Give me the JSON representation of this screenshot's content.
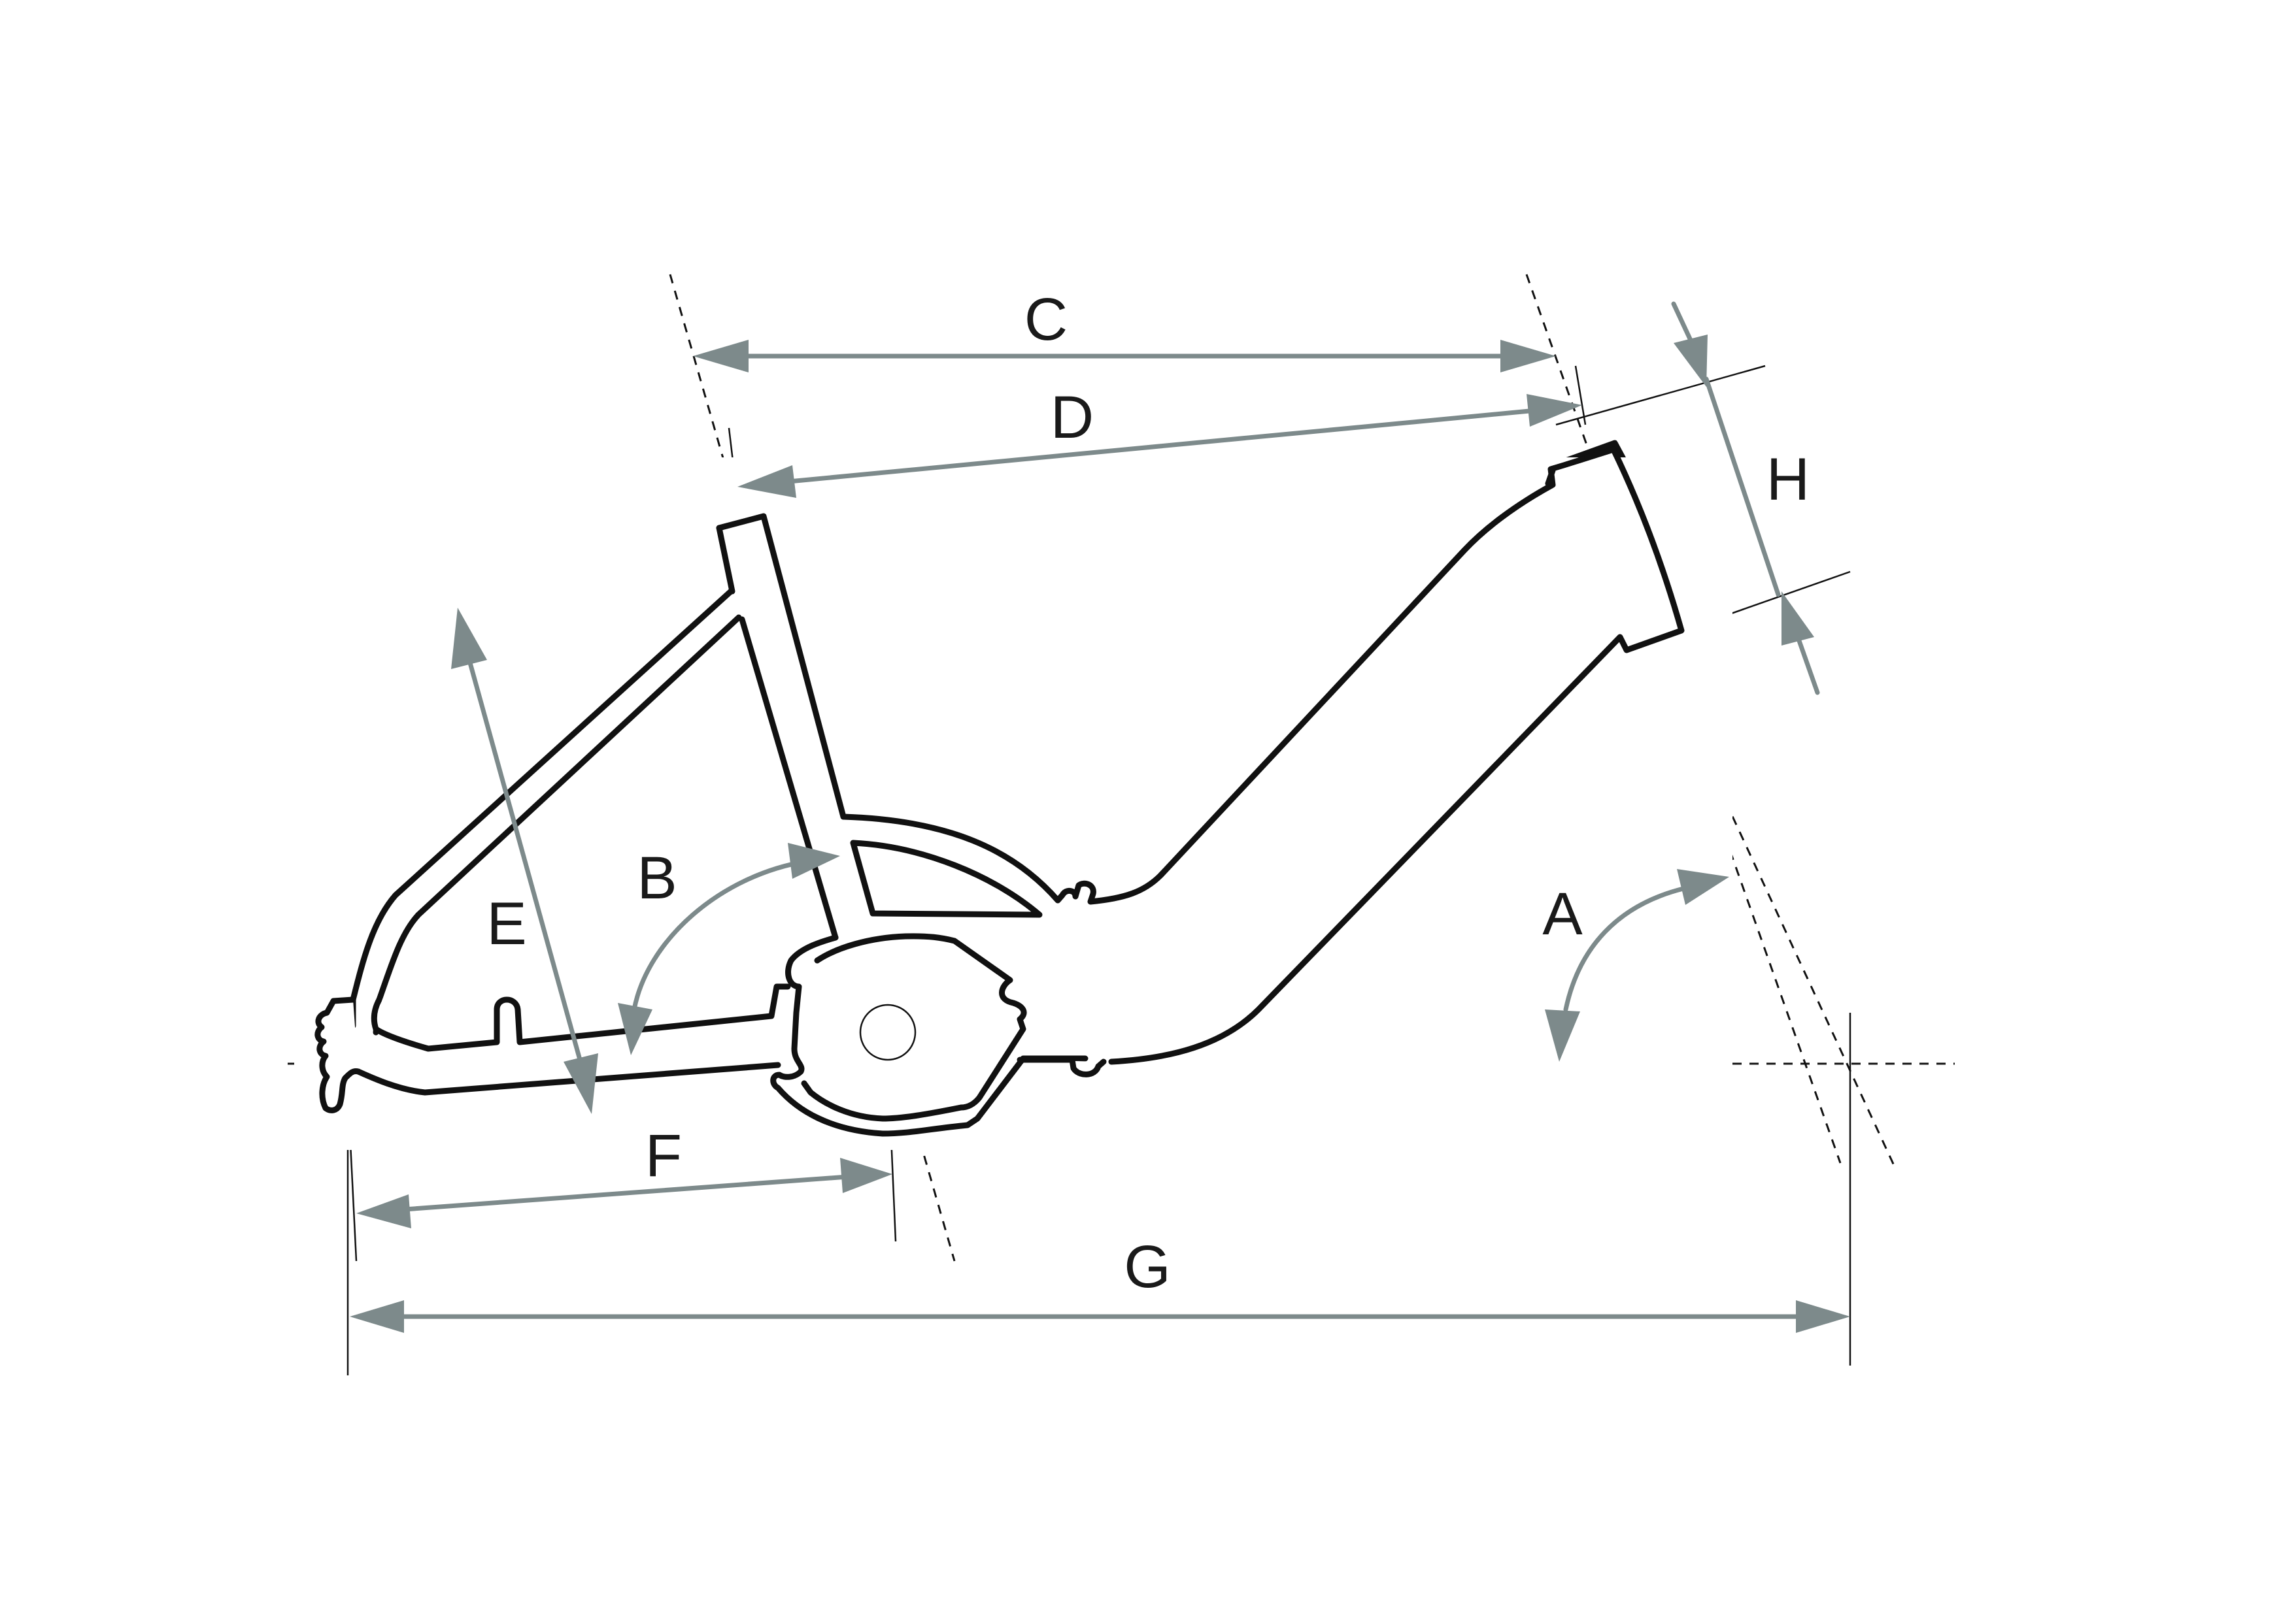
{
  "labels": {
    "A": "A",
    "B": "B",
    "C": "C",
    "D": "D",
    "E": "E",
    "F": "F",
    "G": "G",
    "H": "H"
  },
  "colors": {
    "frame_outline": "#111111",
    "dimension_arrow": "#7d8a8b",
    "battery": "#b4b4b4",
    "background": "#ffffff"
  }
}
